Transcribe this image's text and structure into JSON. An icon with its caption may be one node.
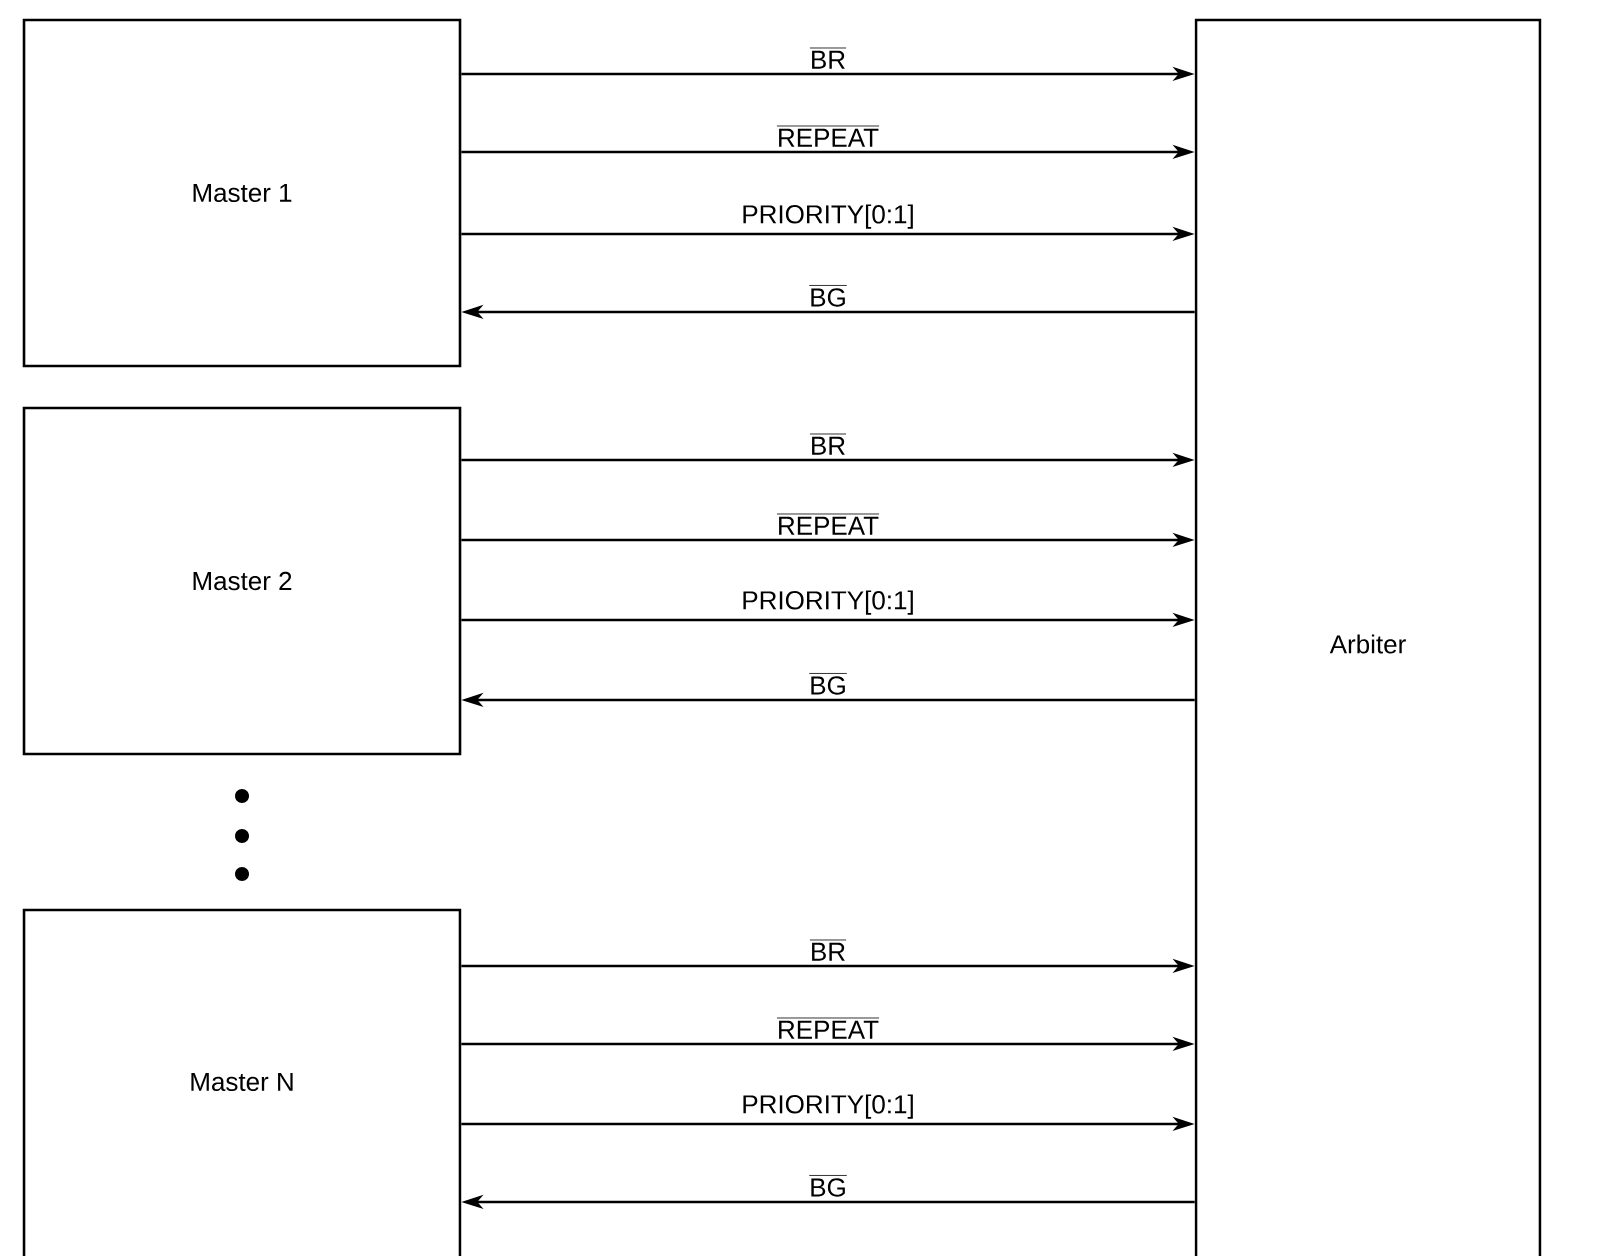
{
  "diagram": {
    "nodes": [
      {
        "text": [
          "Master 1"
        ]
      },
      {
        "text": [
          "Master 2"
        ]
      },
      {
        "text": [
          "Master N"
        ]
      },
      {
        "text": [
          "Arbiter"
        ]
      }
    ],
    "edges": [
      {
        "from": 0,
        "to": 3,
        "arrow": "to",
        "label": "BR"
      },
      {
        "from": 0,
        "to": 3,
        "arrow": "to",
        "label": "REPEAT"
      },
      {
        "from": 0,
        "to": 3,
        "arrow": "to",
        "label": "PRIORITY[0:1]"
      },
      {
        "from": 3,
        "to": 0,
        "arrow": "to",
        "label": "BG"
      },
      {
        "from": 1,
        "to": 3,
        "arrow": "to",
        "label": "BR"
      },
      {
        "from": 1,
        "to": 3,
        "arrow": "to",
        "label": "REPEAT"
      },
      {
        "from": 1,
        "to": 3,
        "arrow": "to",
        "label": "PRIORITY[0:1]"
      },
      {
        "from": 3,
        "to": 1,
        "arrow": "to",
        "label": "BG"
      },
      {
        "from": 2,
        "to": 3,
        "arrow": "to",
        "label": "BR"
      },
      {
        "from": 2,
        "to": 3,
        "arrow": "to",
        "label": "REPEAT"
      },
      {
        "from": 2,
        "to": 3,
        "arrow": "to",
        "label": "PRIORITY[0:1]"
      },
      {
        "from": 3,
        "to": 2,
        "arrow": "to",
        "label": "BG"
      }
    ]
  }
}
